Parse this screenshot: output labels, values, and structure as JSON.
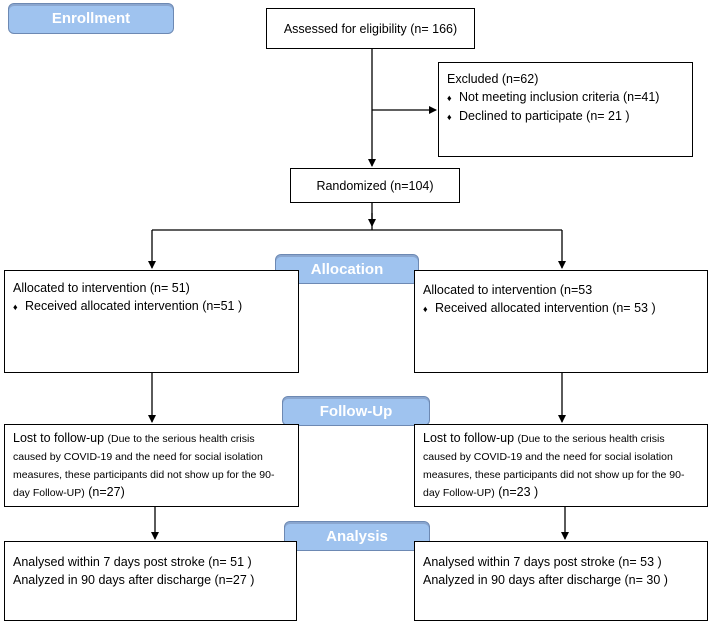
{
  "stages": {
    "enrollment": "Enrollment",
    "allocation": "Allocation",
    "followup": "Follow-Up",
    "analysis": "Analysis"
  },
  "assessed": "Assessed for eligibility (n= 166)",
  "excluded": {
    "title": "Excluded  (n=62)",
    "items": [
      "Not meeting inclusion criteria (n=41)",
      "Declined to participate (n= 21 )"
    ]
  },
  "randomized": "Randomized (n=104)",
  "bullet_glyph": "♦",
  "left": {
    "allocation_title": "Allocated to intervention (n= 51)",
    "allocation_item": "Received allocated intervention (n=51  )",
    "followup_label": "Lost to follow-up",
    "followup_reason": "(Due to the serious health crisis caused by COVID-19 and the need for social isolation measures, these participants did not show up for the 90-day Follow-UP)",
    "followup_count": "(n=27)",
    "analysis_line1": "Analysed within 7 days post stroke  (n= 51 )",
    "analysis_line2": "Analyzed in 90 days after discharge (n=27  )"
  },
  "right": {
    "allocation_title": "Allocated to intervention (n=53",
    "allocation_item": "Received allocated intervention (n= 53 )",
    "followup_label": "Lost to follow-up",
    "followup_reason": "(Due to the serious health crisis caused by COVID-19 and the need for social isolation measures, these participants did not show up for the 90-day Follow-UP)",
    "followup_count": "(n=23 )",
    "analysis_line1": "Analysed within 7 days post stroke  (n= 53 )",
    "analysis_line2": "Analyzed in 90 days after discharge (n= 30 )"
  }
}
